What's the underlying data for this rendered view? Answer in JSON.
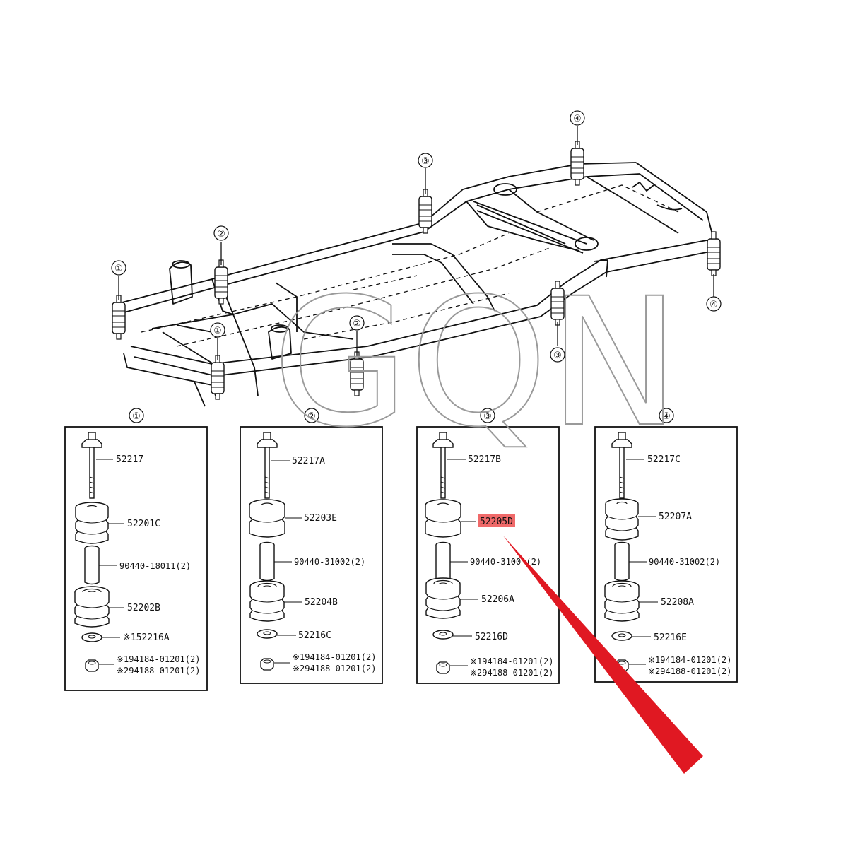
{
  "watermark": "GQN",
  "colors": {
    "arrow": "#e01822",
    "highlight": "#f06a6a",
    "line": "#111111"
  },
  "frame_callouts": [
    {
      "id": "callout-1-left-front",
      "text": "①"
    },
    {
      "id": "callout-1-left-rear",
      "text": "①"
    },
    {
      "id": "callout-2-top",
      "text": "②"
    },
    {
      "id": "callout-2-bottom",
      "text": "②"
    },
    {
      "id": "callout-3-top",
      "text": "③"
    },
    {
      "id": "callout-3-bottom",
      "text": "③"
    },
    {
      "id": "callout-4-top",
      "text": "④"
    },
    {
      "id": "callout-4-right",
      "text": "④"
    }
  ],
  "panels": [
    {
      "number": "①",
      "bolt": "52217",
      "upper_cushion": "52201C",
      "collar": "90440-18011(2)",
      "lower_cushion": "52202B",
      "washer": "※152216A",
      "nut_1": "※194184-01201(2)",
      "nut_2": "※294188-01201(2)"
    },
    {
      "number": "②",
      "bolt": "52217A",
      "upper_cushion": "52203E",
      "collar": "90440-31002(2)",
      "lower_cushion": "52204B",
      "washer": "52216C",
      "nut_1": "※194184-01201(2)",
      "nut_2": "※294188-01201(2)"
    },
    {
      "number": "③",
      "bolt": "52217B",
      "upper_cushion": "52205D",
      "collar": "90440-3100 (2)",
      "lower_cushion": "52206A",
      "washer": "52216D",
      "nut_1": "※194184-01201(2)",
      "nut_2": "※294188-01201(2)"
    },
    {
      "number": "④",
      "bolt": "52217C",
      "upper_cushion": "52207A",
      "collar": "90440-31002(2)",
      "lower_cushion": "52208A",
      "washer": "52216E",
      "nut_1": "※194184-01201(2)",
      "nut_2": "※294188-01201(2)"
    }
  ]
}
